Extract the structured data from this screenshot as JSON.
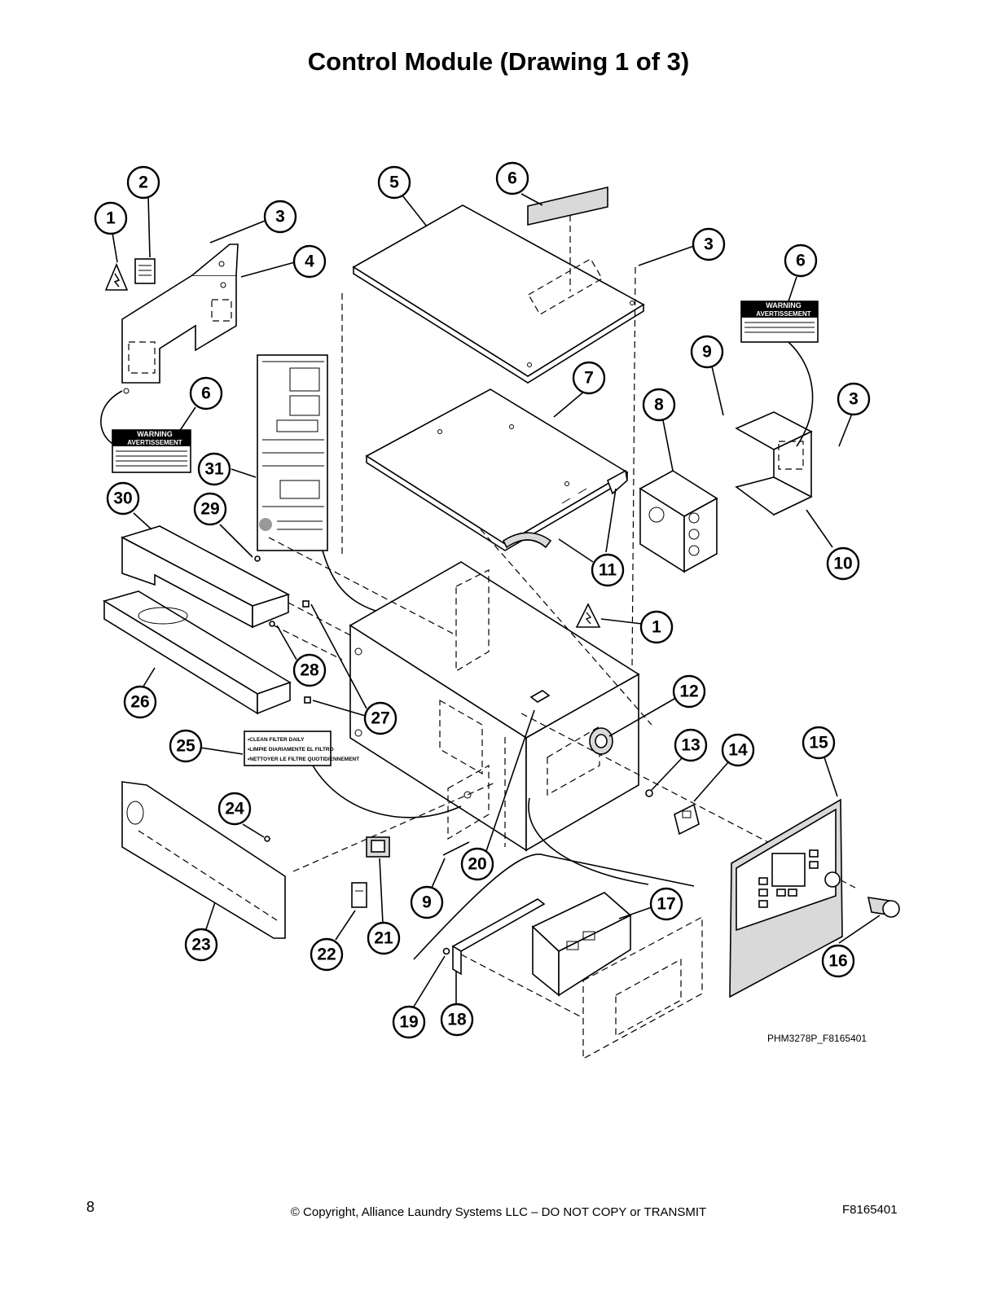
{
  "title": "Control Module (Drawing 1 of 3)",
  "drawing_code": "PHM3278P_F8165401",
  "footer": {
    "page_number": "8",
    "copyright": "© Copyright, Alliance Laundry Systems LLC – DO NOT COPY or TRANSMIT",
    "doc_code": "F8165401"
  },
  "labels": {
    "warning_en": "WARNING",
    "warning_fr": "AVERTISSEMENT",
    "filter_line1": "•CLEAN FILTER DAILY",
    "filter_line2": "•LIMPIE DIARIAMENTE EL FILTRO",
    "filter_line3": "•NETTOYER LE FILTRE QUOTIDIENNEMENT"
  },
  "callouts": [
    "1",
    "2",
    "3",
    "4",
    "5",
    "6",
    "3",
    "6",
    "9",
    "7",
    "8",
    "3",
    "6",
    "31",
    "30",
    "29",
    "11",
    "10",
    "1",
    "28",
    "12",
    "26",
    "27",
    "13",
    "14",
    "15",
    "25",
    "24",
    "20",
    "9",
    "17",
    "21",
    "22",
    "23",
    "16",
    "19",
    "18"
  ]
}
